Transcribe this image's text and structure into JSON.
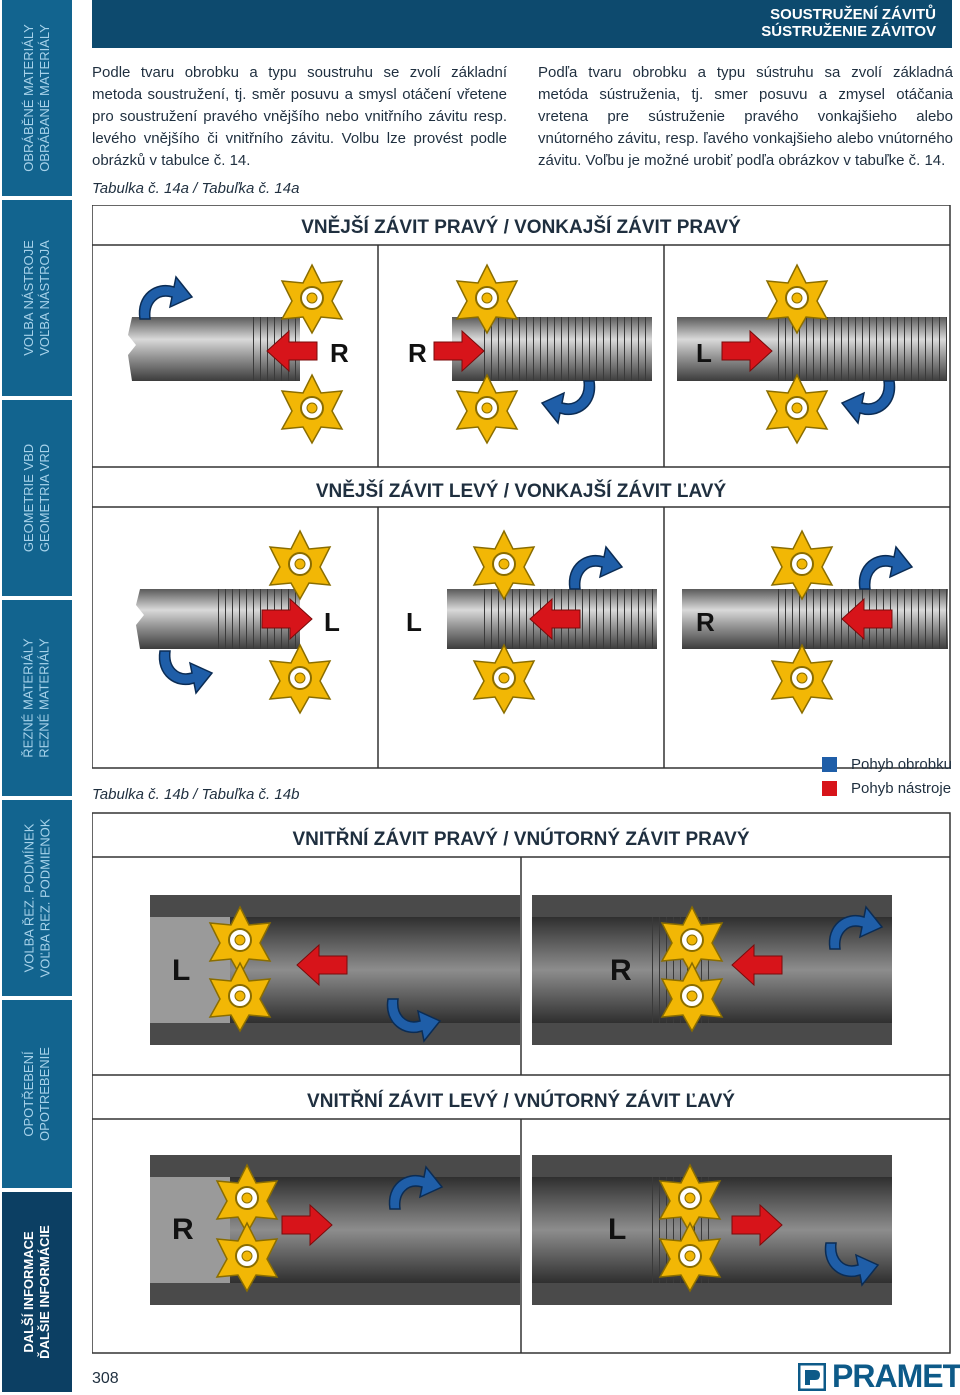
{
  "sidebar": {
    "tabs": [
      {
        "line1": "OBRÁBĚNÉ MATERIÁLY",
        "line2": "OBRÁBANÉ MATERIÁLY"
      },
      {
        "line1": "VOLBA NÁSTROJE",
        "line2": "VOĽBA NÁSTROJA"
      },
      {
        "line1": "GEOMETRIE VBD",
        "line2": "GEOMETRIA VRD"
      },
      {
        "line1": "ŘEZNÉ MATERIÁLY",
        "line2": "REZNÉ MATERIÁLY"
      },
      {
        "line1": "VOLBA ŘEZ. PODMÍNEK",
        "line2": "VOĽBA REZ. PODMIENOK"
      },
      {
        "line1": "OPOTŘEBENÍ",
        "line2": "OPOTREBENIE"
      },
      {
        "line1": "DALŠÍ INFORMACE",
        "line2": "ĎALŠIE INFORMÁCIE"
      }
    ]
  },
  "header": {
    "title_cz": "SOUSTRUŽENÍ ZÁVITŮ",
    "title_sk": "SÚSTRUŽENIE ZÁVITOV"
  },
  "intro": {
    "cz": "Podle tvaru obrobku a typu soustruhu se zvolí základní metoda soustružení, tj. směr posuvu a smysl otáčení vřetene pro soustružení pravého vnějšího nebo vnitřního závitu resp. levého vnějšího či vnitřního závitu. Volbu lze provést podle obrázků v tabulce č. 14.",
    "sk": "Podľa tvaru obrobku a typu sústruhu sa zvolí základná metóda sústruženia, tj. smer posuvu a zmysel otáčania vretena pre sústruženie pravého vonkajšieho alebo vnútorného závitu, resp. ľavého vonkajšieho alebo vnútorného závitu. Voľbu je možné urobiť podľa obrázkov v tabuľke č. 14."
  },
  "captions": {
    "table_a": "Tabulka č. 14a / Tabuľka č. 14a",
    "table_b": "Tabulka č. 14b / Tabuľka č. 14b"
  },
  "sections": {
    "ext_right": "VNĚJŠÍ ZÁVIT PRAVÝ / VONKAJŠÍ ZÁVIT PRAVÝ",
    "ext_left": "VNĚJŠÍ ZÁVIT LEVÝ / VONKAJŠÍ ZÁVIT ĽAVÝ",
    "int_right": "VNITŘNÍ ZÁVIT PRAVÝ / VNÚTORNÝ ZÁVIT PRAVÝ",
    "int_left": "VNITŘNÍ ZÁVIT LEVÝ / VNÚTORNÝ ZÁVIT ĽAVÝ"
  },
  "cell_labels": {
    "er1": "R",
    "er2": "R",
    "er3": "L",
    "el1": "L",
    "el2": "L",
    "el3": "R",
    "ir1": "L",
    "ir2": "R",
    "il1": "R",
    "il2": "L"
  },
  "legend": {
    "workpiece": "Pohyb obrobku",
    "tool": "Pohyb nástroje"
  },
  "colors": {
    "workpiece": "#1f5ea8",
    "tool": "#d7141a",
    "insert": "#f2b705",
    "dark_blue": "#0d4a6e"
  },
  "page_number": "308",
  "logo": "PRAMET"
}
